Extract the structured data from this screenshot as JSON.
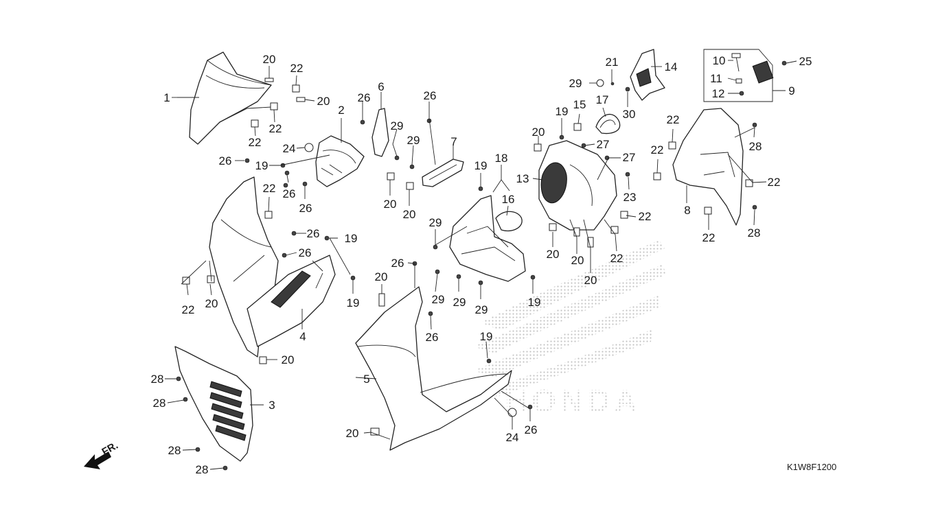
{
  "diagram_code": "K1W8F1200",
  "direction_label": "FR.",
  "watermark_text": "HONDA",
  "watermark_color": "#c4c4c4",
  "callouts": [
    "1",
    "2",
    "3",
    "4",
    "5",
    "6",
    "7",
    "8",
    "9",
    "10",
    "11",
    "12",
    "13",
    "14",
    "15",
    "16",
    "17",
    "18",
    "19",
    "20",
    "21",
    "22",
    "23",
    "24",
    "25",
    "26",
    "27",
    "28",
    "29",
    "30"
  ]
}
